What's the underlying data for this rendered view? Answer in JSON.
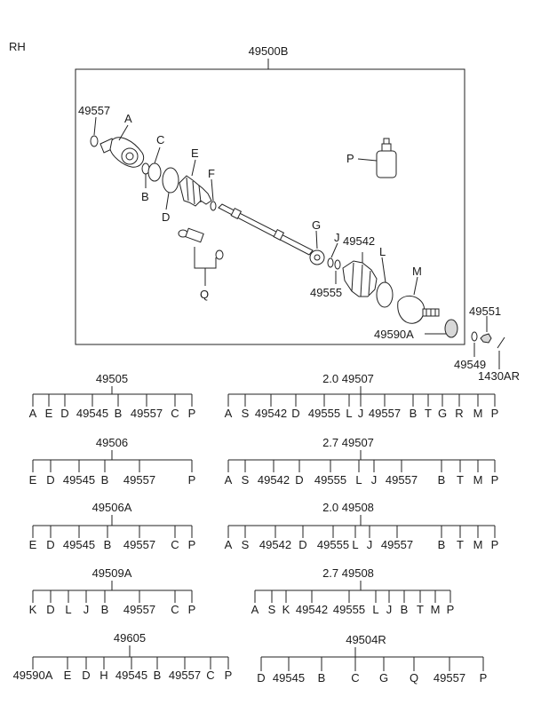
{
  "header": {
    "side": "RH",
    "assembly": "49500B"
  },
  "callouts": {
    "c49557": "49557",
    "A": "A",
    "B": "B",
    "C": "C",
    "D": "D",
    "E": "E",
    "F": "F",
    "G": "G",
    "J": "J",
    "c49542": "49542",
    "L": "L",
    "M": "M",
    "P": "P",
    "Q": "Q",
    "c49555": "49555",
    "c49590A": "49590A",
    "c49551": "49551",
    "c49549": "49549",
    "c1430AR": "1430AR"
  },
  "kits": [
    {
      "id": "k49505",
      "title": "49505",
      "items": [
        "A",
        "E",
        "D",
        "49545",
        "B",
        "49557",
        "C",
        "P"
      ]
    },
    {
      "id": "k49507a",
      "title": "2.0  49507",
      "items": [
        "A",
        "S",
        "49542",
        "D",
        "49555",
        "L",
        "J",
        "49557",
        "B",
        "T",
        "G",
        "R",
        "M",
        "P"
      ]
    },
    {
      "id": "k49506",
      "title": "49506",
      "items": [
        "E",
        "D",
        "49545",
        "B",
        "49557",
        "P"
      ]
    },
    {
      "id": "k49507b",
      "title": "2.7  49507",
      "items": [
        "A",
        "S",
        "49542",
        "D",
        "49555",
        "L",
        "J",
        "49557",
        "B",
        "T",
        "M",
        "P"
      ]
    },
    {
      "id": "k49506A",
      "title": "49506A",
      "items": [
        "E",
        "D",
        "49545",
        "B",
        "49557",
        "C",
        "P"
      ]
    },
    {
      "id": "k49508a",
      "title": "2.0  49508",
      "items": [
        "A",
        "S",
        "49542",
        "D",
        "49555",
        "L",
        "J",
        "49557",
        "B",
        "T",
        "M",
        "P"
      ]
    },
    {
      "id": "k49509A",
      "title": "49509A",
      "items": [
        "K",
        "D",
        "L",
        "J",
        "B",
        "49557",
        "C",
        "P"
      ]
    },
    {
      "id": "k49508b",
      "title": "2.7  49508",
      "items": [
        "A",
        "S",
        "K",
        "49542",
        "49555",
        "L",
        "J",
        "B",
        "T",
        "M",
        "P"
      ]
    },
    {
      "id": "k49605",
      "title": "49605",
      "items": [
        "49590A",
        "E",
        "D",
        "H",
        "49545",
        "B",
        "49557",
        "C",
        "P"
      ]
    },
    {
      "id": "k49504R",
      "title": "49504R",
      "items": [
        "D",
        "49545",
        "B",
        "C",
        "G",
        "Q",
        "49557",
        "P"
      ]
    }
  ]
}
